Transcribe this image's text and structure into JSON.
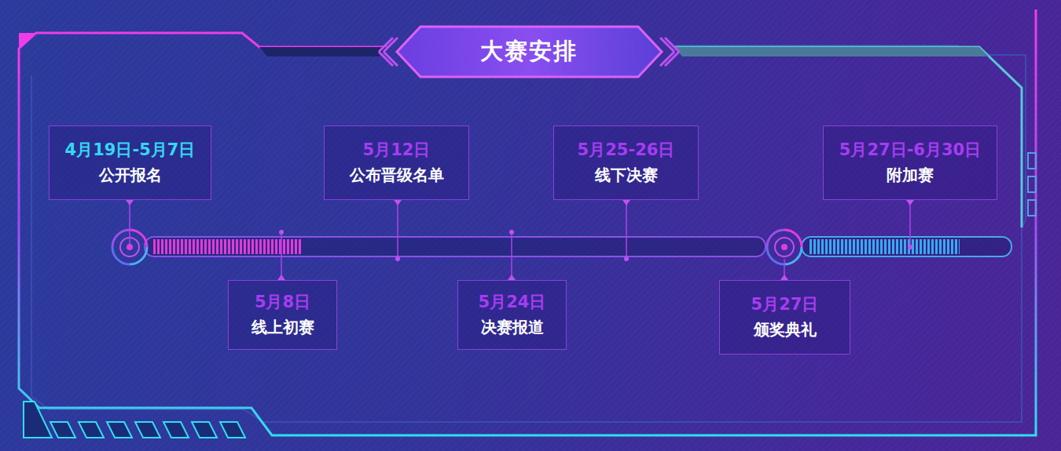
{
  "diagram": {
    "title": "大赛安排",
    "nodes": [
      {
        "text": [
          "4月19日-5月7日",
          "公开报名"
        ]
      },
      {
        "text": [
          "5月8日",
          "线上初赛"
        ]
      },
      {
        "text": [
          "5月12日",
          "公布晋级名单"
        ]
      },
      {
        "text": [
          "5月24日",
          "决赛报道"
        ]
      },
      {
        "text": [
          "5月25-26日",
          "线下决赛"
        ]
      },
      {
        "text": [
          "5月27日",
          "颁奖典礼"
        ]
      },
      {
        "text": [
          "5月27日-6月30日",
          "附加赛"
        ]
      }
    ]
  }
}
